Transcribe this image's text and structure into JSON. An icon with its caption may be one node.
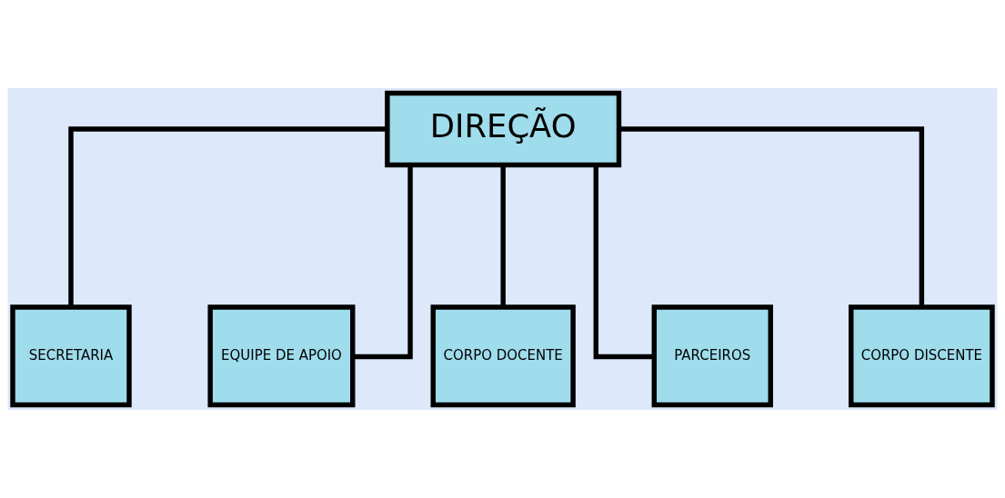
{
  "diagram": {
    "nodes": [
      {
        "text": [
          "DIREÇÃO"
        ]
      },
      {
        "text": [
          "SECRETARIA"
        ]
      },
      {
        "text": [
          "EQUIPE DE APOIO"
        ]
      },
      {
        "text": [
          "CORPO DOCENTE"
        ]
      },
      {
        "text": [
          "PARCEIROS"
        ]
      },
      {
        "text": [
          "CORPO DISCENTE"
        ]
      }
    ],
    "edges": [
      {
        "from": 0,
        "to": 1,
        "arrow": "none"
      },
      {
        "from": 0,
        "to": 2,
        "arrow": "none"
      },
      {
        "from": 0,
        "to": 3,
        "arrow": "none"
      },
      {
        "from": 0,
        "to": 4,
        "arrow": "none"
      },
      {
        "from": 0,
        "to": 5,
        "arrow": "none"
      }
    ]
  }
}
